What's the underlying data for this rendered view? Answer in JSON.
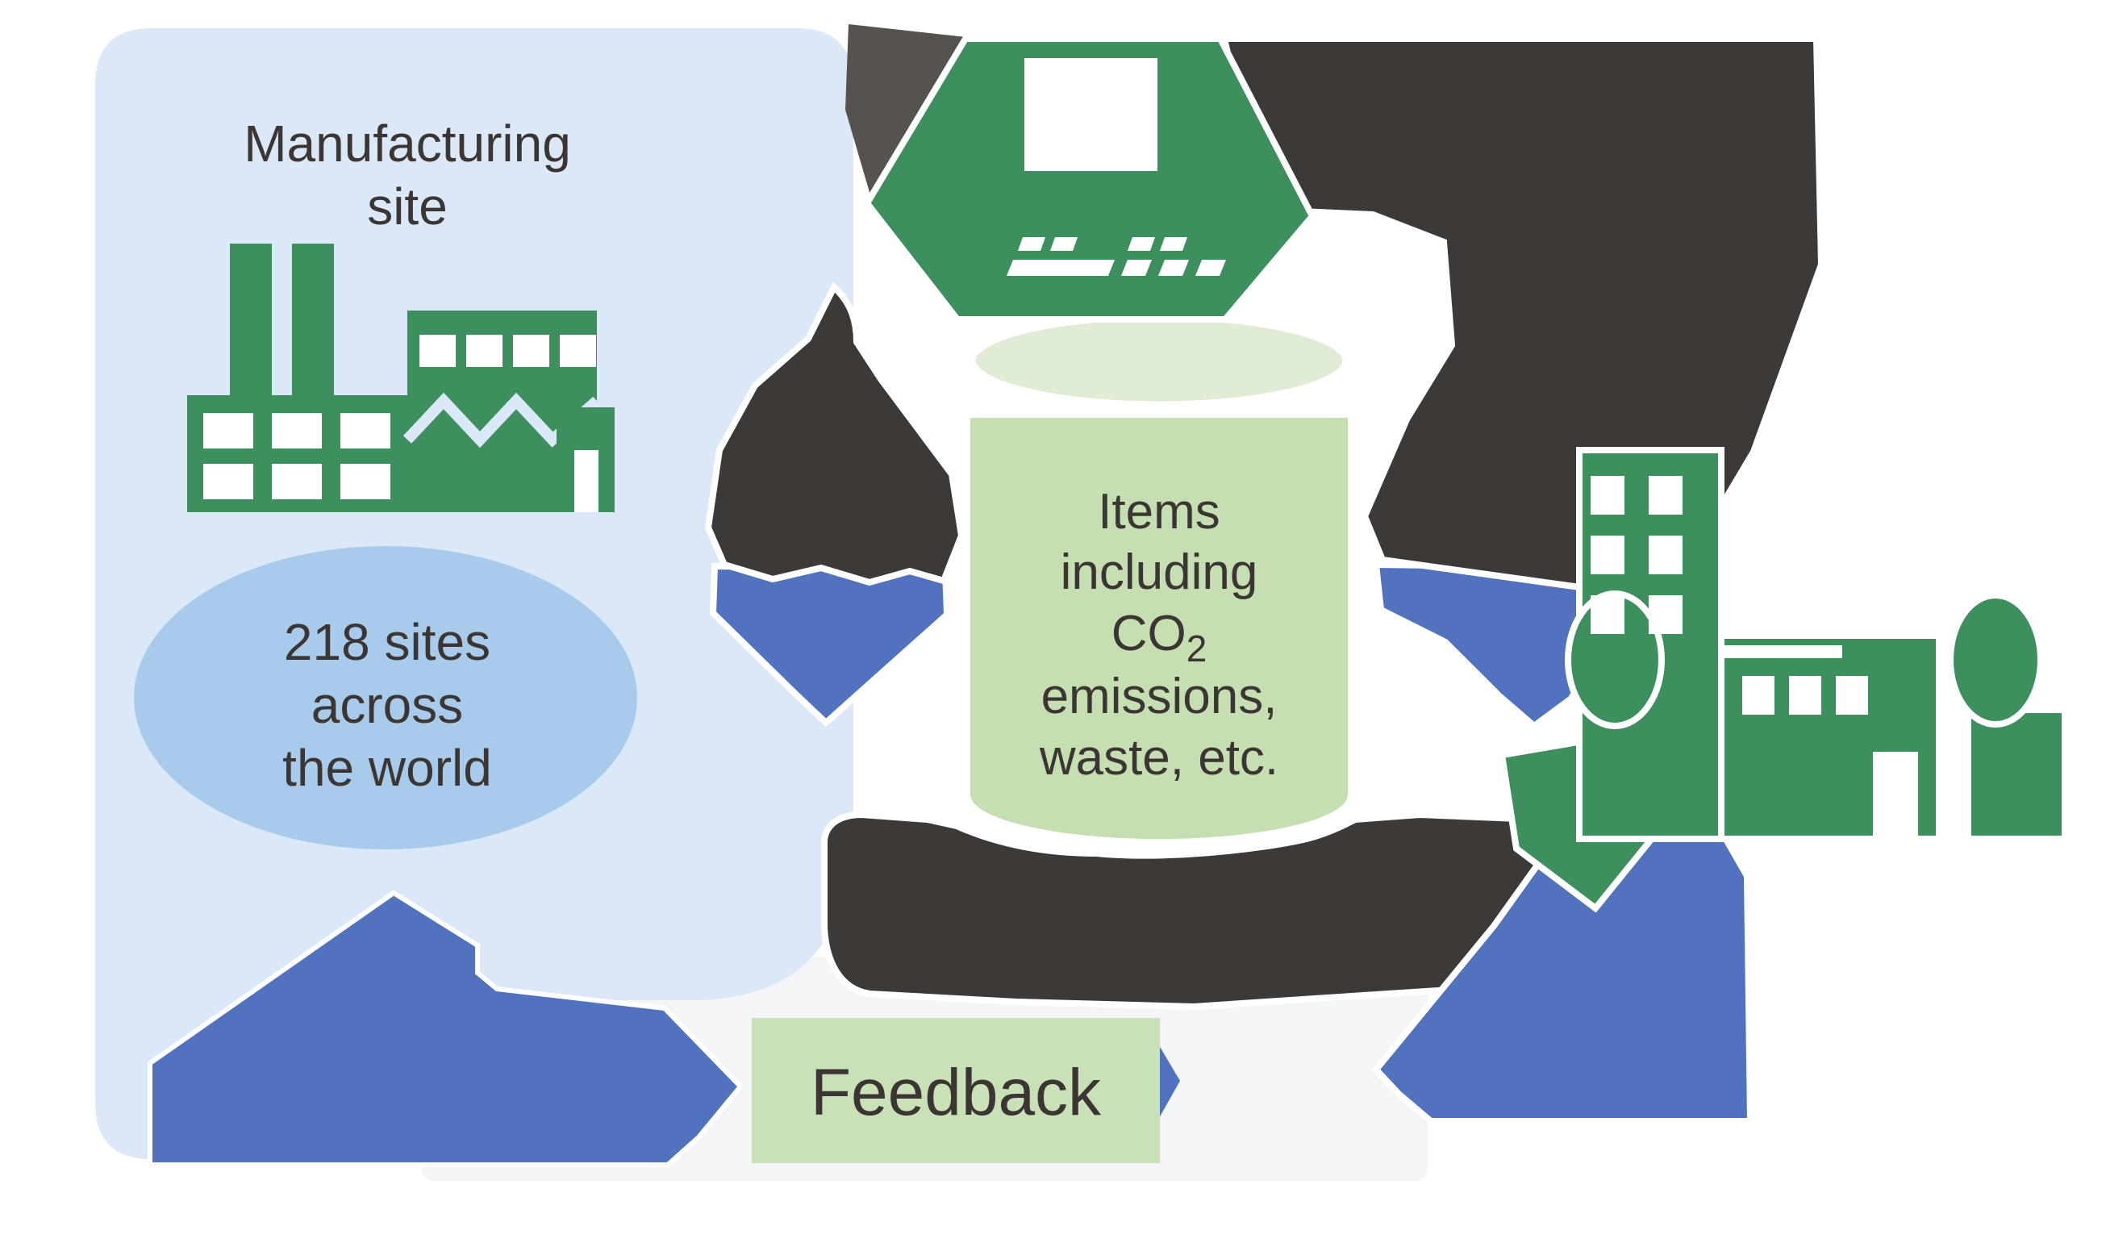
{
  "diagram": {
    "manufacturing": {
      "panel": "manufacturing-site-panel",
      "label_line1": "Manufacturing",
      "label_line2": "site",
      "badge_line1": "218 sites",
      "badge_line2": "across",
      "badge_line3": "the world",
      "icon": "factory-icon"
    },
    "collection": {
      "icon_top": "laptop-icon",
      "icon_store": "database-cylinder-icon",
      "db_line1": "Items",
      "db_line2": "including",
      "db_line3_main": "CO",
      "db_line3_sub": "2",
      "db_line4": "emissions,",
      "db_line5": "waste, etc."
    },
    "headquarters": {
      "icon": "office-buildings-icon"
    },
    "feedback": {
      "label": "Feedback"
    },
    "arrows": {
      "left_down": "flow from manufacturing site into database (label obscured by dark blob)",
      "right_down": "flow from database to headquarters (label obscured by dark blob)",
      "bottom_loop": "feedback loop from headquarters back to manufacturing site"
    },
    "colors": {
      "panel_blue": "#dbe8f7",
      "badge_blue": "#a9cbeb",
      "icon_green": "#3e8f5e",
      "cylinder_body": "#c5deb2",
      "cylinder_top": "#e0ecd4",
      "feedback_bar": "#c9e1b6",
      "arrow_blue": "#5173bf",
      "blob_dark": "#3d3937",
      "wedge_gray": "#56524e",
      "band_gray": "#f3f5f7",
      "text_dark": "#3b3633"
    }
  }
}
